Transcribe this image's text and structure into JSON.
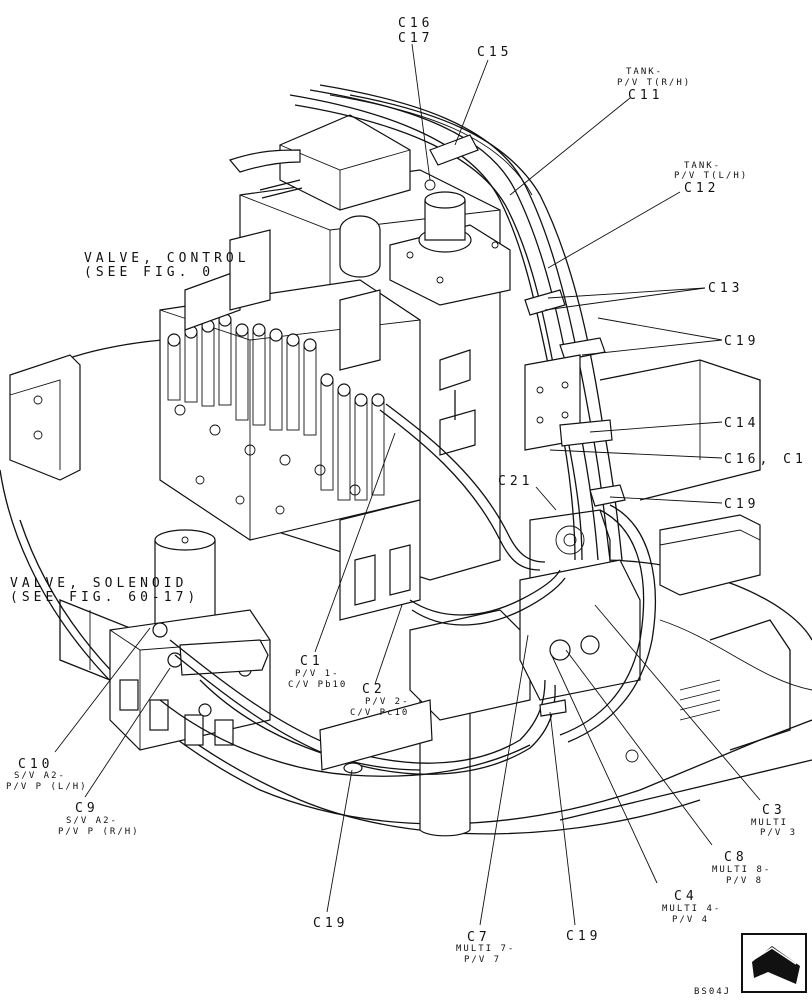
{
  "diagram_code": "BS04J",
  "callouts": {
    "c16_top": "C16",
    "c17_top": "C17",
    "c15": "C15",
    "c11_desc": [
      "TANK-",
      "P/V T(R/H)"
    ],
    "c11": "C11",
    "c12_desc": [
      "TANK-",
      "P/V T(L/H)"
    ],
    "c12": "C12",
    "c13": "C13",
    "c19_a": "C19",
    "c14": "C14",
    "c16_c17": "C16, C1",
    "c19_b": "C19",
    "c21": "C21",
    "valve_control": [
      "VALVE, CONTROL",
      "(SEE FIG. 0"
    ],
    "valve_solenoid": [
      "VALVE, SOLENOID",
      "(SEE FIG. 60-17)"
    ],
    "c1": "C1",
    "c1_desc": [
      "P/V 1-",
      "C/V Pb10"
    ],
    "c2": "C2",
    "c2_desc": [
      "P/V 2-",
      "C/V Pc10"
    ],
    "c10": "C10",
    "c10_desc": [
      "S/V A2-",
      "P/V P (L/H)"
    ],
    "c9": "C9",
    "c9_desc": [
      "S/V A2-",
      "P/V P (R/H)"
    ],
    "c3": "C3",
    "c3_desc": [
      "MULTI",
      "P/V 3"
    ],
    "c8": "C8",
    "c8_desc": [
      "MULTI 8-",
      "P/V 8"
    ],
    "c4": "C4",
    "c4_desc": [
      "MULTI 4-",
      "P/V 4"
    ],
    "c7": "C7",
    "c7_desc": [
      "MULTI 7-",
      "P/V 7"
    ],
    "c19_c": "C19",
    "c19_d": "C19"
  }
}
